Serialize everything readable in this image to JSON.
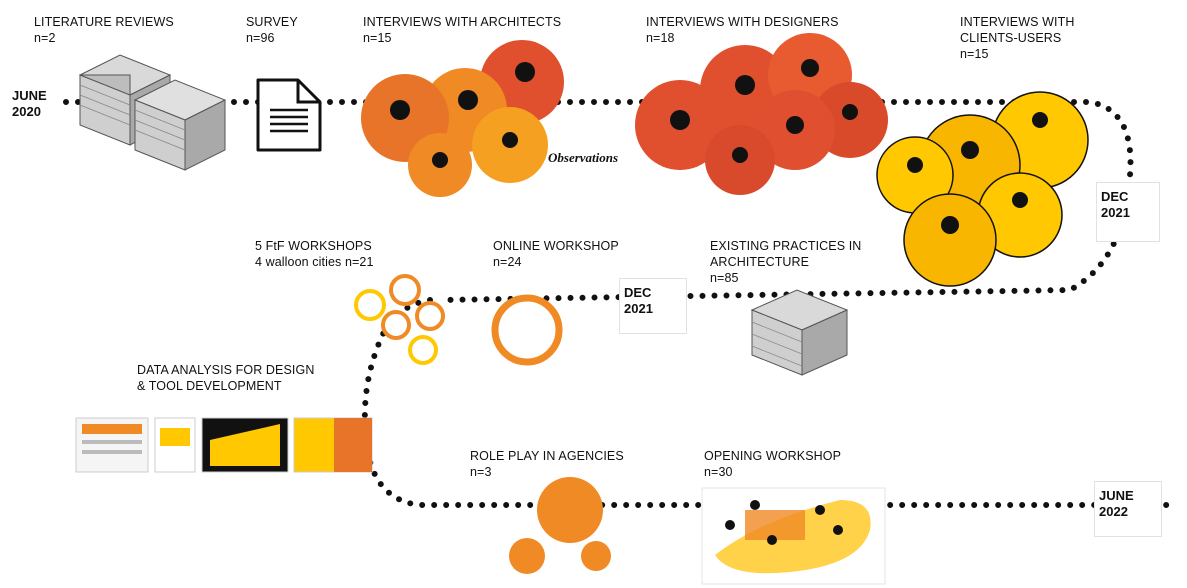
{
  "dates": {
    "start": {
      "month": "JUNE",
      "year": "2020"
    },
    "mid_right": {
      "month": "DEC",
      "year": "2021"
    },
    "mid_center": {
      "month": "DEC",
      "year": "2021"
    },
    "end": {
      "month": "JUNE",
      "year": "2022"
    }
  },
  "steps": {
    "literature": {
      "title": "LITERATURE REVIEWS",
      "count": "n=2"
    },
    "survey": {
      "title": "SURVEY",
      "count": "n=96"
    },
    "architects": {
      "title": "INTERVIEWS WITH ARCHITECTS",
      "count": "n=15"
    },
    "designers": {
      "title": "INTERVIEWS WITH DESIGNERS",
      "count": "n=18"
    },
    "clients": {
      "title_line1": "INTERVIEWS WITH",
      "title_line2": "CLIENTS-USERS",
      "count": "n=15"
    },
    "existing": {
      "title_line1": "EXISTING PRACTICES IN",
      "title_line2": "ARCHITECTURE",
      "count": "n=85"
    },
    "online": {
      "title": "ONLINE WORKSHOP",
      "count": "n=24"
    },
    "f2f": {
      "title": "5 FtF WORKSHOPS",
      "count": "4 walloon cities n=21"
    },
    "analysis": {
      "title_line1": "DATA ANALYSIS FOR DESIGN",
      "title_line2": "& TOOL DEVELOPMENT"
    },
    "roleplay": {
      "title": "ROLE PLAY IN AGENCIES",
      "count": "n=3"
    },
    "opening": {
      "title": "OPENING WORKSHOP",
      "count": "n=30"
    }
  },
  "observations": "Observations",
  "colors": {
    "orange": "#f08a24",
    "red": "#e0502e",
    "yellow": "#ffc800",
    "dark": "#111111"
  }
}
